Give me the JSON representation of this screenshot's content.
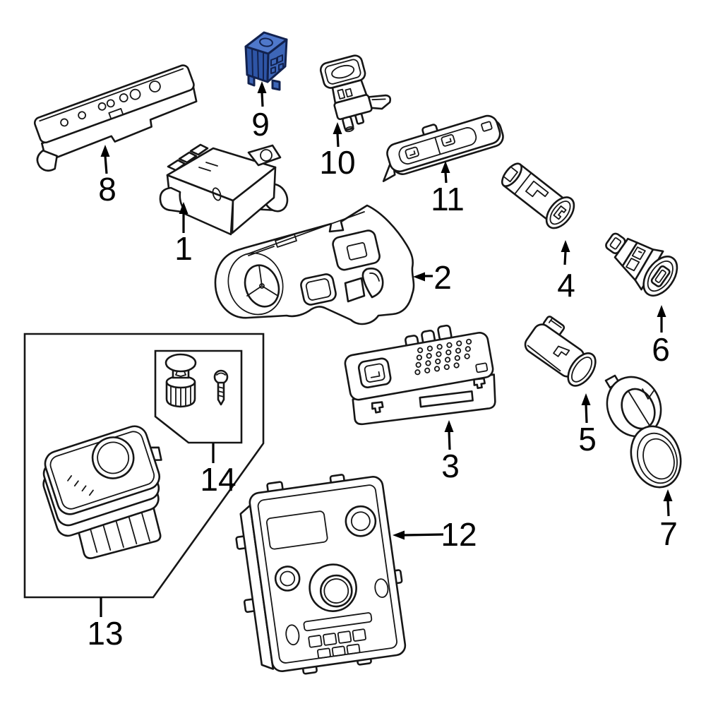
{
  "diagram": {
    "background_color": "#ffffff",
    "line_color": "#161616",
    "highlight_color": "#3d66b8",
    "highlight_color_light": "#4f78cb",
    "highlight_color_dark": "#2e55a6",
    "highlight_outline_color": "#12224f",
    "highlighted_part": "9",
    "parts": {
      "p1": {
        "label": "1",
        "name": "control-module"
      },
      "p2": {
        "label": "2",
        "name": "trim-bezel"
      },
      "p3": {
        "label": "3",
        "name": "switch-panel"
      },
      "p4": {
        "label": "4",
        "name": "socket-housing"
      },
      "p5": {
        "label": "5",
        "name": "rear-socket-housing"
      },
      "p6": {
        "label": "6",
        "name": "lighter-element"
      },
      "p7": {
        "label": "7",
        "name": "power-outlet-with-cap"
      },
      "p8": {
        "label": "8",
        "name": "mounting-bracket"
      },
      "p9": {
        "label": "9",
        "name": "relay-connector-highlighted"
      },
      "p10": {
        "label": "10",
        "name": "push-switch"
      },
      "p11": {
        "label": "11",
        "name": "switch-bank"
      },
      "p12": {
        "label": "12",
        "name": "climate-control-unit"
      },
      "p13": {
        "label": "13",
        "name": "headlamp-switch-group"
      },
      "p14": {
        "label": "14",
        "name": "knob-and-screw-group"
      }
    }
  }
}
